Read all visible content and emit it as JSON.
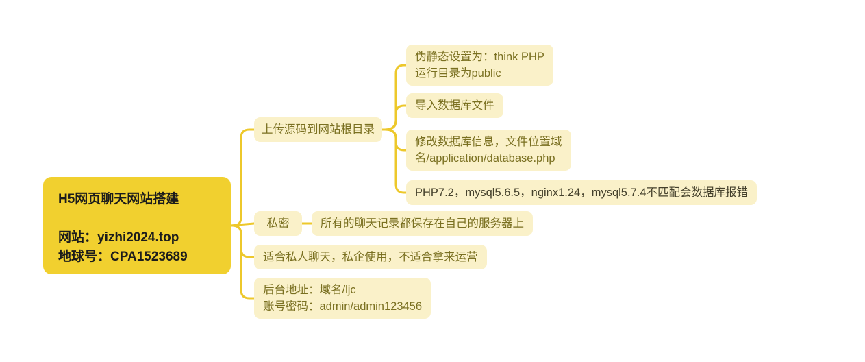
{
  "colors": {
    "root_bg": "#F1D02F",
    "root_text": "#1C1C1C",
    "node_bg": "#FAF1C9",
    "node_text": "#7A7021",
    "node_text_dark": "#45412C",
    "connector": "#EDC82B",
    "canvas_bg": "#FFFFFF"
  },
  "mindmap": {
    "root": {
      "title": "H5网页聊天网站搭建",
      "site_line": "网站：yizhi2024.top",
      "contact_line": "地球号：CPA1523689"
    },
    "branches": [
      {
        "label": "上传源码到网站根目录",
        "children": [
          {
            "label": "伪静态设置为：think PHP\n运行目录为public"
          },
          {
            "label": "导入数据库文件"
          },
          {
            "label": "修改数据库信息，文件位置域\n名/application/database.php"
          },
          {
            "label": "PHP7.2，mysql5.6.5，nginx1.24，mysql5.7.4不匹配会数据库报错"
          }
        ]
      },
      {
        "label": "私密",
        "children": [
          {
            "label": "所有的聊天记录都保存在自己的服务器上"
          }
        ]
      },
      {
        "label": "适合私人聊天，私企使用，不适合拿来运营"
      },
      {
        "label": "后台地址：域名/ljc\n账号密码：admin/admin123456"
      }
    ]
  }
}
